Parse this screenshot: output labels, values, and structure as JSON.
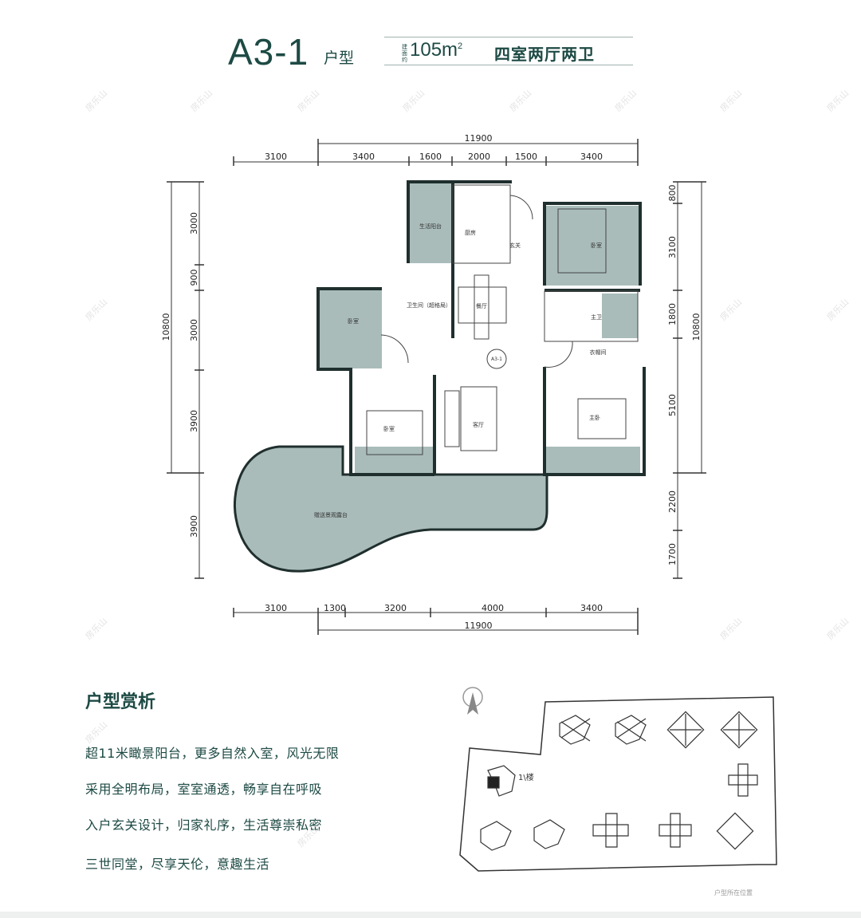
{
  "header": {
    "unit_name": "A3-1",
    "unit_suffix": "户型",
    "area_prefix": "建面约",
    "area_value": "105m",
    "area_unit_sup": "2",
    "layout": "四室两厅两卫"
  },
  "plan": {
    "top_dims": [
      "3100",
      "3400",
      "1600",
      "2000",
      "1500",
      "3400"
    ],
    "top_total": "11900",
    "bottom_dims": [
      "3100",
      "1300",
      "3200",
      "4000",
      "3400"
    ],
    "bottom_total": "11900",
    "left_dims": [
      "3000",
      "900",
      "3000",
      "3900",
      "3900"
    ],
    "left_total": "10800",
    "right_dims": [
      "800",
      "3100",
      "1800",
      "5100",
      "2200",
      "1700"
    ],
    "right_total": "10800",
    "rooms": {
      "utility_balcony": "生活阳台",
      "kitchen": "厨房",
      "entrance": "玄关",
      "bedroom_ne": "卧室",
      "bedroom_w": "卧室",
      "bathroom": "卫生间（超格局）",
      "dining": "餐厅",
      "master_bath": "主卫",
      "closet": "衣帽间",
      "living": "客厅",
      "bedroom_sw": "卧室",
      "master_bedroom": "主卧",
      "terrace": "赠送景观露台",
      "unit_tag": "A3-1"
    },
    "colors": {
      "room_fill": "#a9bcba",
      "wall": "#1f2f2d",
      "accent": "#1d4a44"
    }
  },
  "analysis": {
    "title": "户型赏析",
    "lines": [
      "超11米瞰景阳台，更多自然入室，风光无限",
      "采用全明布局，室室通透，畅享自在呼吸",
      "入户玄关设计，归家礼序，生活尊崇私密",
      "三世同堂，尽享天伦，意趣生活"
    ]
  },
  "site_map": {
    "building_label": "1\\楼",
    "caption": "户型所在位置",
    "north_icon": "north-arrow-icon"
  },
  "watermark": "房乐山"
}
